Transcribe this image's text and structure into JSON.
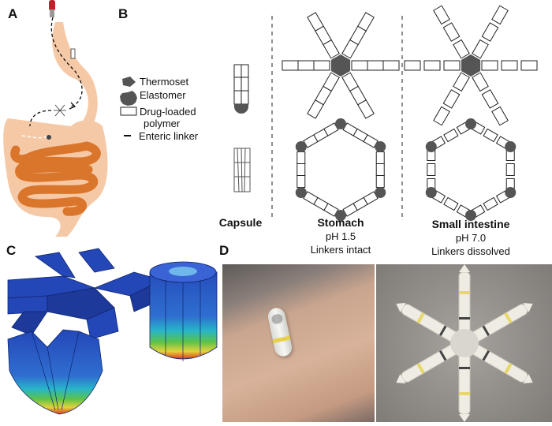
{
  "panels": {
    "a": "A",
    "b": "B",
    "c": "C",
    "d": "D"
  },
  "legend": {
    "thermoset": "Thermoset",
    "elastomer": "Elastomer",
    "drug_line1": "Drug-loaded",
    "drug_line2": "polymer",
    "linker": "Enteric linker"
  },
  "columns": {
    "capsule": {
      "title": "Capsule"
    },
    "stomach": {
      "title": "Stomach",
      "ph": "pH 1.5",
      "state": "Linkers intact"
    },
    "intestine": {
      "title": "Small intestine",
      "ph": "pH 7.0",
      "state": "Linkers dissolved"
    }
  },
  "colors": {
    "thermoset": "#555555",
    "gi_light": "#f6c9a6",
    "gi_dark": "#d9762c",
    "fem_blue": "#2447b8"
  }
}
